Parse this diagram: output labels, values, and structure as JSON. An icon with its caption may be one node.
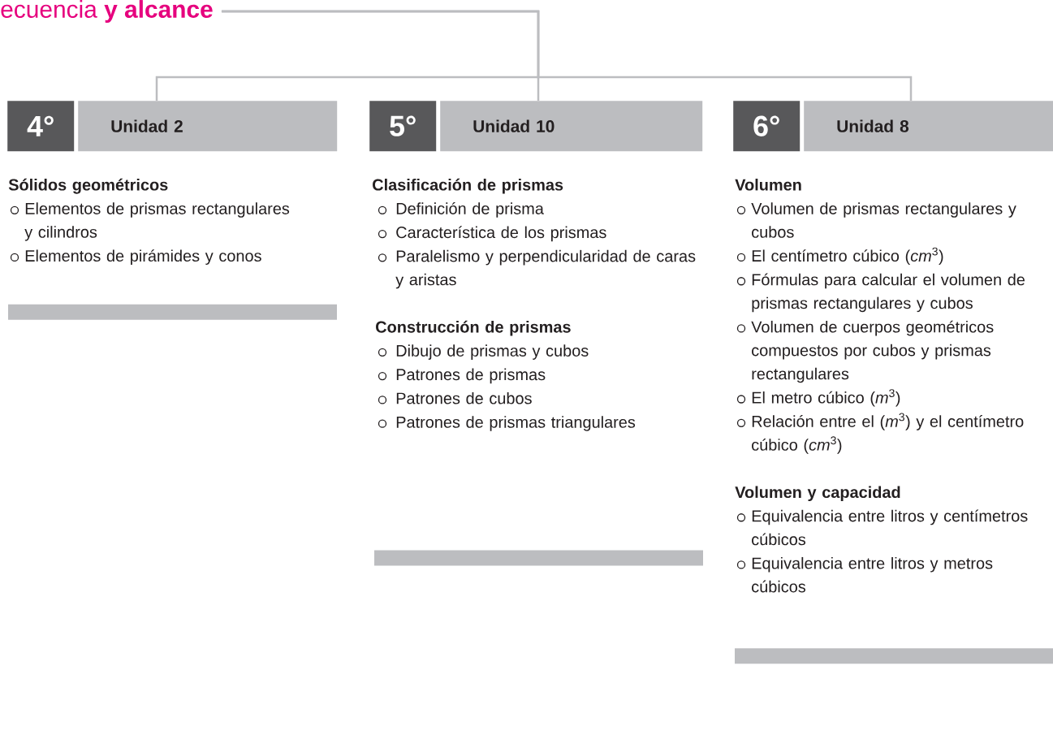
{
  "diagram": {
    "nodes": [
      {
        "text": [
          "ecuencia **y alcance**"
        ]
      },
      {
        "text": [
          "4°"
        ]
      },
      {
        "text": [
          "Unidad 2"
        ]
      },
      {
        "text": [
          "5°"
        ]
      },
      {
        "text": [
          "Unidad 10"
        ]
      },
      {
        "text": [
          "6°"
        ]
      },
      {
        "text": [
          "Unidad 8"
        ]
      }
    ],
    "edges": [
      {
        "from": 0,
        "to": 2,
        "arrow": "none"
      },
      {
        "from": 0,
        "to": 4,
        "arrow": "none"
      },
      {
        "from": 0,
        "to": 6,
        "arrow": "none"
      }
    ],
    "labels": [
      "Sólidos geométricos",
      "Elementos de prismas rectangulares y cilindros",
      "Elementos de pirámides y conos",
      "Clasificación de prismas",
      "Definición de prisma",
      "Característica de los prismas",
      "Paralelismo y perpendicularidad de caras y aristas",
      "Construcción de prismas",
      "Dibujo de prismas y cubos",
      "Patrones de prismas",
      "Patrones de cubos",
      "Patrones de prismas triangulares",
      "Volumen",
      "Volumen de prismas rectangulares y cubos",
      "El centímetro cúbico (*cm*$^{3}$)",
      "Fórmulas para calcular el volumen de prismas rectangulares y cubos",
      "Volumen de cuerpos geométricos compuestos por cubos y prismas rectangulares",
      "El metro cúbico (*m*$^{3}$)",
      "Relación entre el (*m*$^{3}$) y el centímetro cúbico (*cm*$^{3}$)",
      "Volumen y capacidad",
      "Equivalencia entre litros y centímetros cúbicos",
      "Equivalencia entre litros y metros cúbicos"
    ]
  }
}
